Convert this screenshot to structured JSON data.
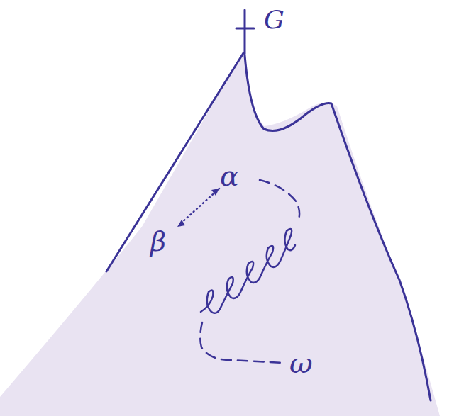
{
  "diagram": {
    "labels": [
      "G",
      "α",
      "β",
      "ω"
    ]
  }
}
